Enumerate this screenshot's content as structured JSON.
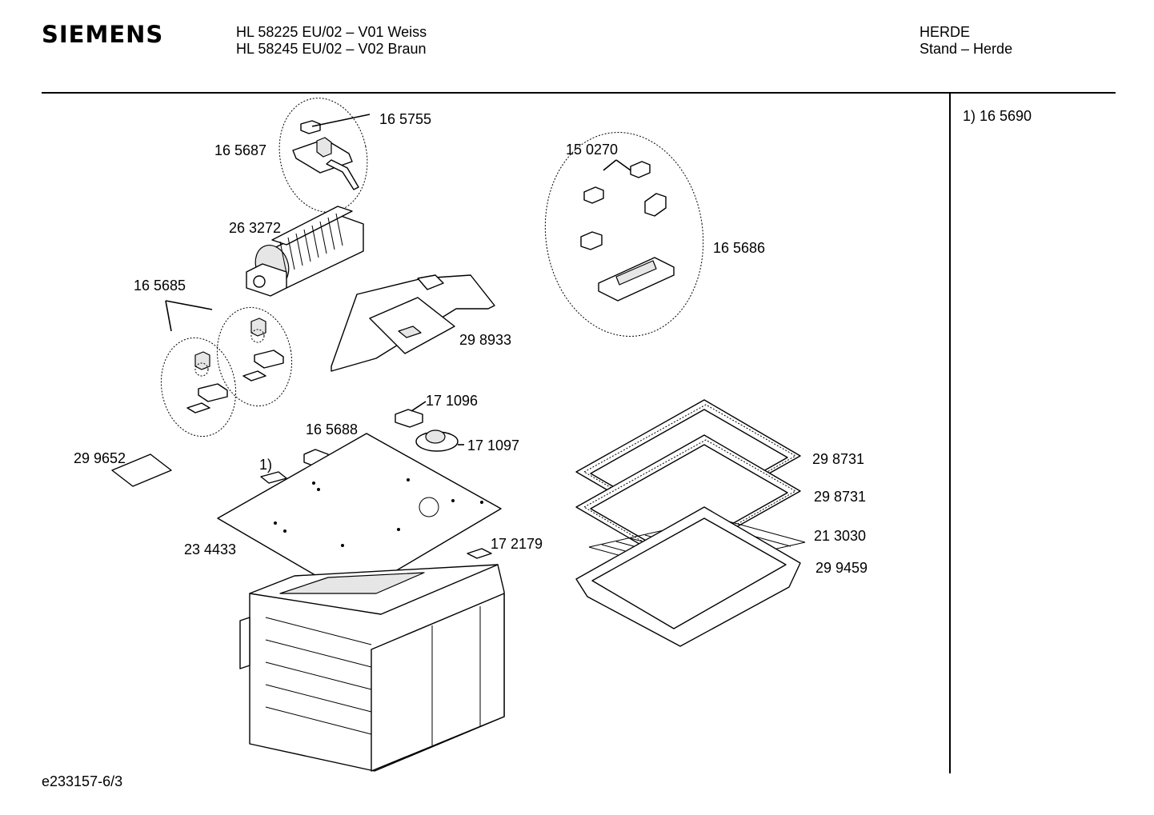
{
  "header": {
    "brand": "SIEMENS",
    "model_line_1": "HL 58225 EU/02 – V01 Weiss",
    "model_line_2": "HL 58245 EU/02 – V02 Braun",
    "category_1": "HERDE",
    "category_2": "Stand – Herde"
  },
  "notes": {
    "note_1": "1) 16 5690"
  },
  "footer": {
    "drawing_id": "e233157-6/3"
  },
  "parts": {
    "p165755": "16 5755",
    "p165687": "16 5687",
    "p263272": "26 3272",
    "p165685": "16 5685",
    "p150270": "15 0270",
    "p165686": "16 5686",
    "p298933": "29 8933",
    "p171096": "17 1096",
    "p171097": "17 1097",
    "p165688": "16 5688",
    "p299652": "29 9652",
    "marker1": "1)",
    "p234433": "23 4433",
    "p172179": "17 2179",
    "p298731a": "29 8731",
    "p298731b": "29 8731",
    "p213030": "21 3030",
    "p299459": "29 9459"
  }
}
